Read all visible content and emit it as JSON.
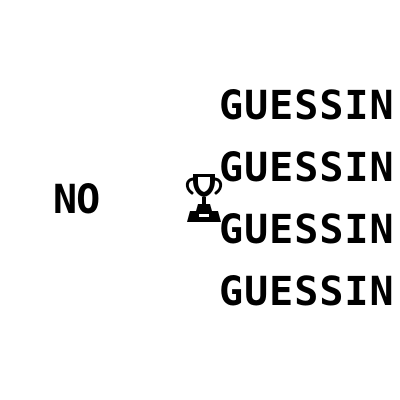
{
  "left_label": "NO",
  "trophy": {
    "icon": "trophy-icon",
    "color": "#000000"
  },
  "right_labels": [
    "GUESSIN",
    "GUESSIN",
    "GUESSIN",
    "GUESSIN"
  ],
  "colors": {
    "background": "#ffffff",
    "text": "#000000"
  }
}
